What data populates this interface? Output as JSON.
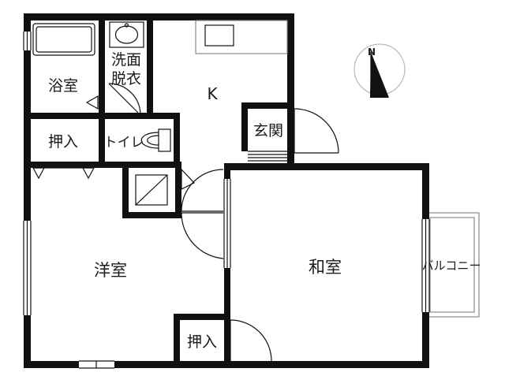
{
  "rooms": {
    "bath": "浴室",
    "wash_line1": "洗面",
    "wash_line2": "脱衣",
    "kitchen": "K",
    "entrance": "玄関",
    "closet_upper": "押入",
    "toilet": "トイレ",
    "western_room": "洋室",
    "japanese_room": "和室",
    "balcony": "バルコニー",
    "closet_lower": "押入"
  },
  "compass": {
    "north_label": "N"
  }
}
